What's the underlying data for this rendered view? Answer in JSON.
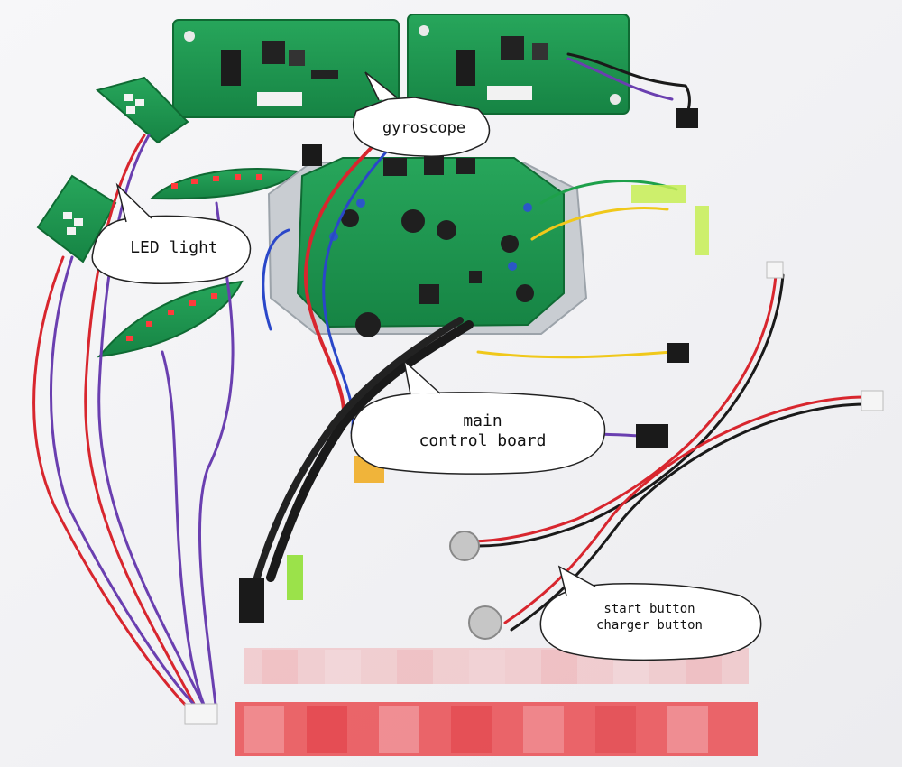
{
  "labels": {
    "gyroscope": "gyroscope",
    "led_light": "LED light",
    "main_control_board": "main\ncontrol board",
    "start_charger": "start button\ncharger button"
  },
  "colors": {
    "pcb_green": "#1f9a52",
    "pcb_dark": "#137a3d",
    "wire_red": "#d8262e",
    "wire_black": "#1a1a1a",
    "wire_blue": "#2a47c9",
    "wire_purple": "#6a3fb0",
    "wire_yellow": "#f0c81a",
    "aluminum": "#c9cdd2",
    "pixelated_overlay": "#e8434a"
  }
}
